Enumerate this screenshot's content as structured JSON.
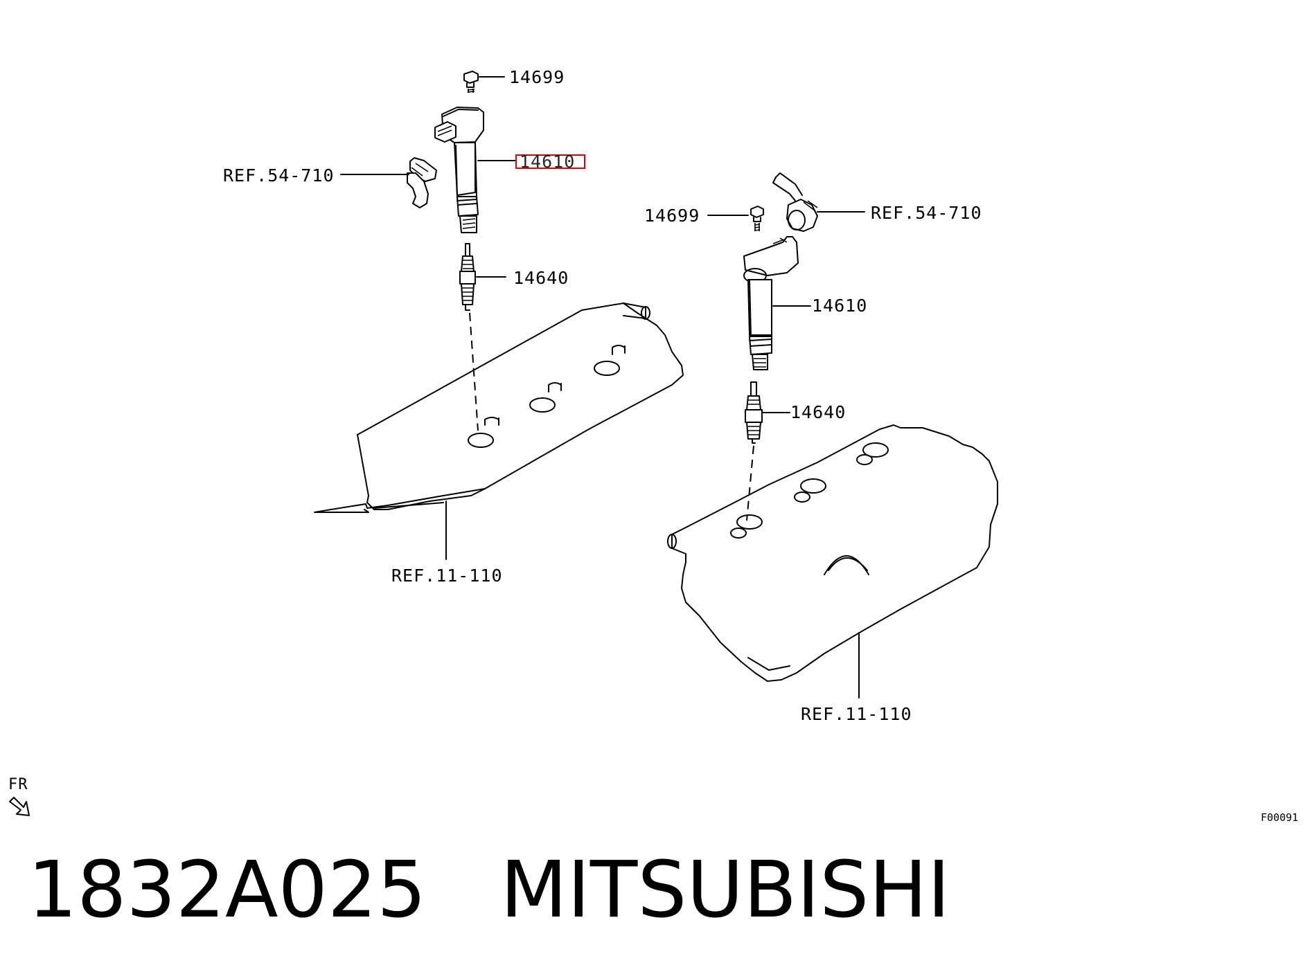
{
  "labels": {
    "left_bolt": "14699",
    "left_coil": "14610",
    "left_ref_connector": "REF.54-710",
    "left_plug": "14640",
    "left_ref_cover": "REF.11-110",
    "right_bolt": "14699",
    "right_ref_connector": "REF.54-710",
    "right_coil": "14610",
    "right_plug": "14640",
    "right_ref_cover": "REF.11-110",
    "direction": "FR",
    "figure_code": "F00091"
  },
  "title": {
    "part_number": "1832A025",
    "brand": "MITSUBISHI"
  },
  "highlight": {
    "color": "#e00000",
    "target": "14610"
  }
}
